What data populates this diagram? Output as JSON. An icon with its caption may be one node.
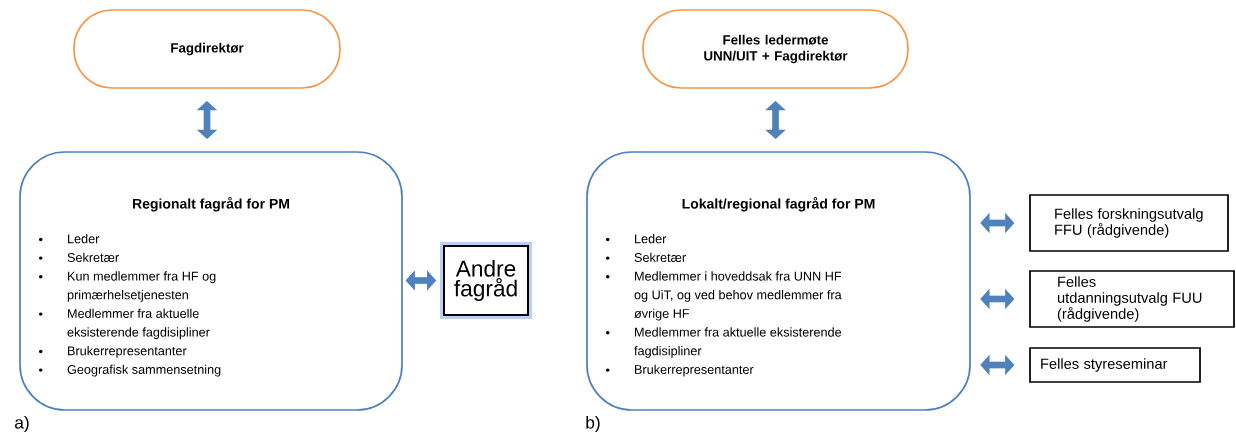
{
  "diagram": {
    "nodes": [
      {
        "text": [
          "Fagdirektør"
        ]
      },
      {
        "text": [
          "Regionalt fagråd for PM",
          "Leder",
          "Sekretær",
          "Kun medlemmer fra HF og primærhelsetjenesten",
          "Medlemmer fra aktuelle eksisterende fagdisipliner",
          "Brukerrepresentanter",
          "Geografisk sammensetning"
        ]
      },
      {
        "text": [
          "Andre fagråd"
        ]
      },
      {
        "text": [
          "Felles ledermøte UNN/UIT + Fagdirektør"
        ]
      },
      {
        "text": [
          "Lokalt/regional fagråd for PM",
          "Leder",
          "Sekretær",
          "Medlemmer i hoveddsak fra UNN HF og UiT, og ved behov medlemmer fra øvrige HF",
          "Medlemmer fra aktuelle eksisterende fagdisipliner",
          "Brukerrepresentanter"
        ]
      },
      {
        "text": [
          "Felles forskningsutvalg FFU (rådgivende)"
        ]
      },
      {
        "text": [
          "Felles utdanningsutvalg FUU (rådgivende)"
        ]
      },
      {
        "text": [
          "Felles styreseminar"
        ]
      }
    ],
    "edges": [
      {
        "from": 0,
        "to": 1,
        "arrow": "both"
      },
      {
        "from": 1,
        "to": 2,
        "arrow": "both"
      },
      {
        "from": 3,
        "to": 4,
        "arrow": "both"
      },
      {
        "from": 4,
        "to": 5,
        "arrow": "both"
      },
      {
        "from": 4,
        "to": 6,
        "arrow": "both"
      },
      {
        "from": 4,
        "to": 7,
        "arrow": "both"
      }
    ],
    "labels": [
      "a)",
      "b)"
    ]
  }
}
